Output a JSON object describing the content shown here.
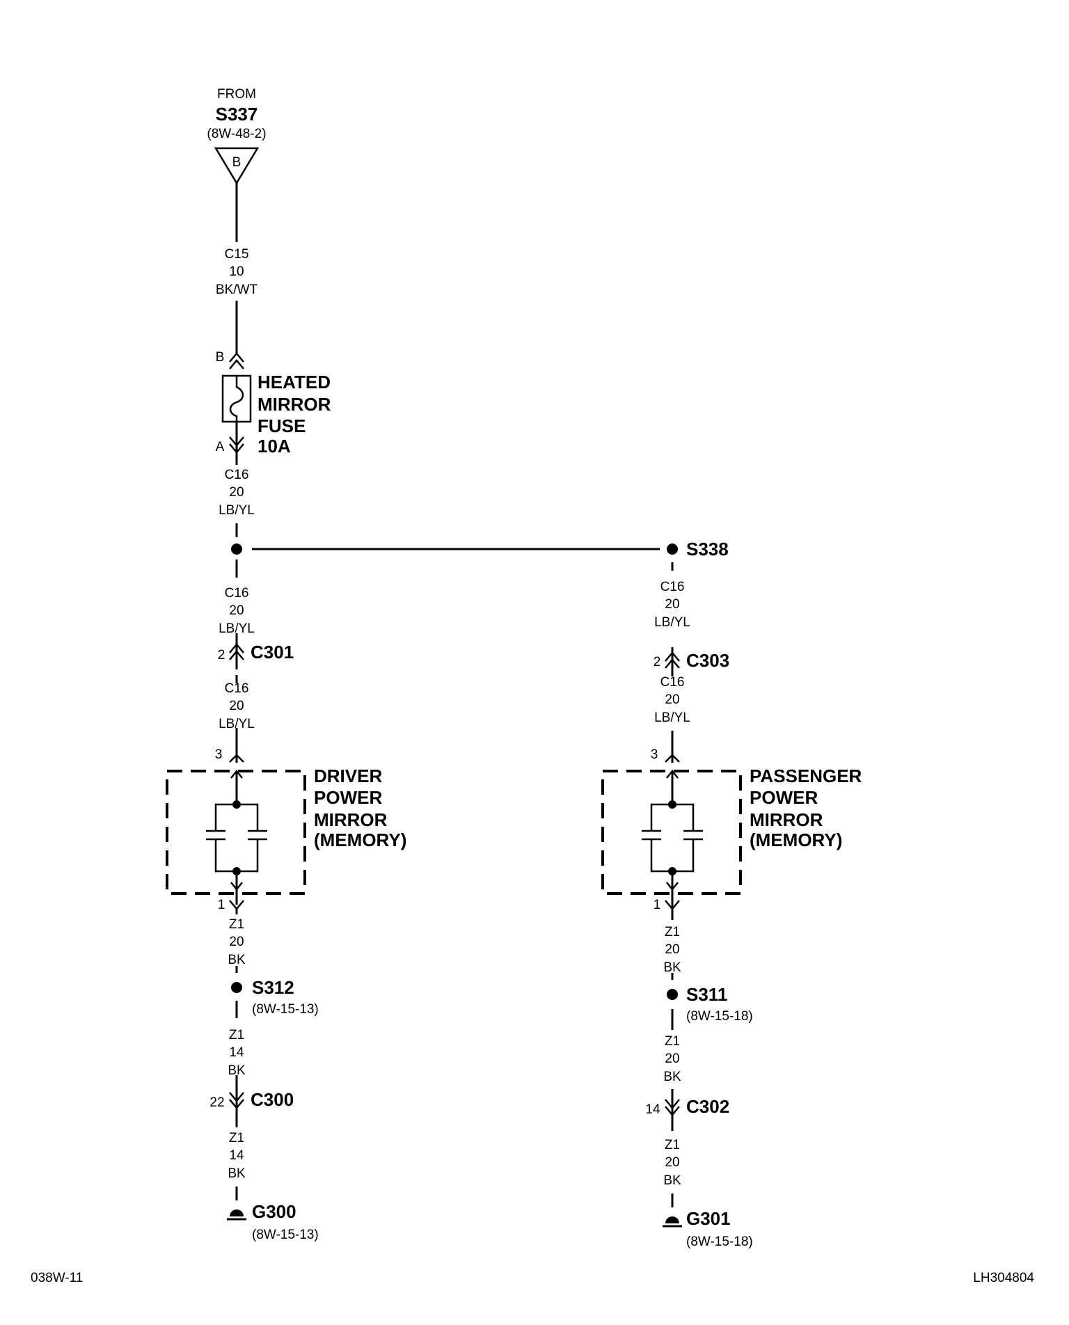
{
  "source": {
    "from": "FROM",
    "splice": "S337",
    "ref": "(8W-48-2)",
    "terminal": "B"
  },
  "wires": {
    "w1": {
      "circuit": "C15",
      "gauge": "10",
      "color": "BK/WT"
    },
    "w2": {
      "circuit": "C16",
      "gauge": "20",
      "color": "LB/YL"
    },
    "w3": {
      "circuit": "C16",
      "gauge": "20",
      "color": "LB/YL"
    },
    "w4": {
      "circuit": "C16",
      "gauge": "20",
      "color": "LB/YL"
    },
    "w5": {
      "circuit": "Z1",
      "gauge": "20",
      "color": "BK"
    },
    "w6": {
      "circuit": "Z1",
      "gauge": "14",
      "color": "BK"
    },
    "w7": {
      "circuit": "Z1",
      "gauge": "14",
      "color": "BK"
    },
    "r1": {
      "circuit": "C16",
      "gauge": "20",
      "color": "LB/YL"
    },
    "r2": {
      "circuit": "C16",
      "gauge": "20",
      "color": "LB/YL"
    },
    "r3": {
      "circuit": "Z1",
      "gauge": "20",
      "color": "BK"
    },
    "r4": {
      "circuit": "Z1",
      "gauge": "20",
      "color": "BK"
    },
    "r5": {
      "circuit": "Z1",
      "gauge": "20",
      "color": "BK"
    }
  },
  "fuse": {
    "pin_top": "B",
    "pin_bottom": "A",
    "label": [
      "HEATED",
      "MIRROR",
      "FUSE",
      "10A"
    ]
  },
  "splices": {
    "s338": "S338",
    "s312": "S312",
    "s312_ref": "(8W-15-13)",
    "s311": "S311",
    "s311_ref": "(8W-15-18)"
  },
  "connectors": {
    "c301": {
      "name": "C301",
      "pin": "2"
    },
    "c303": {
      "name": "C303",
      "pin": "2"
    },
    "c300": {
      "name": "C300",
      "pin": "22"
    },
    "c302": {
      "name": "C302",
      "pin": "14"
    }
  },
  "driver_mirror": {
    "label": [
      "DRIVER",
      "POWER",
      "MIRROR",
      "(MEMORY)"
    ],
    "pin_in": "3",
    "pin_out": "1"
  },
  "passenger_mirror": {
    "label": [
      "PASSENGER",
      "POWER",
      "MIRROR",
      "(MEMORY)"
    ],
    "pin_in": "3",
    "pin_out": "1"
  },
  "grounds": {
    "g300": "G300",
    "g300_ref": "(8W-15-13)",
    "g301": "G301",
    "g301_ref": "(8W-15-18)"
  },
  "footer": {
    "left": "038W-11",
    "right": "LH304804"
  }
}
